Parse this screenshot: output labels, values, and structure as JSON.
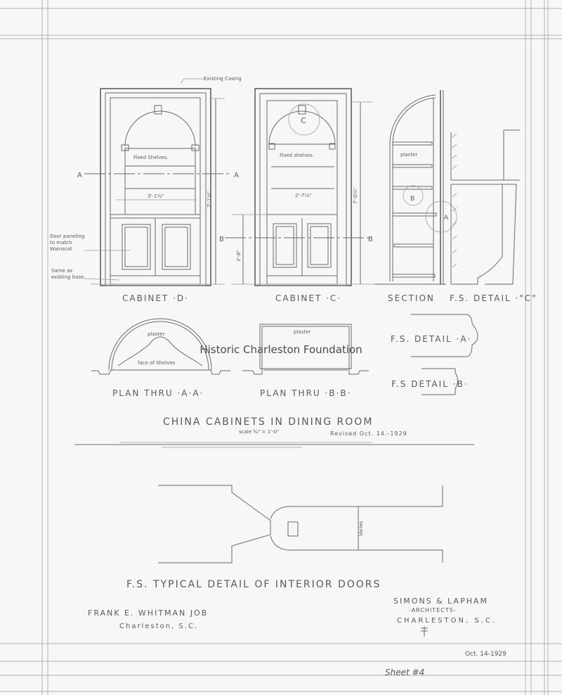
{
  "watermark": "Historic Charleston Foundation",
  "cabinet_d": {
    "label": "CABINET ·D·",
    "casing_note": "Existing Casing",
    "shelves_note": "Fixed Shelves.",
    "width_dim": "3'-1⅜\"",
    "height_dim": "7'-1⅛\"",
    "panel_note_1": "Door paneling",
    "panel_note_2": "to match",
    "panel_note_3": "Wainscot",
    "base_note_1": "Same as",
    "base_note_2": "existing base."
  },
  "cabinet_c": {
    "label": "CABINET ·C·",
    "shelves_note": "Fixed shelves.",
    "width_dim": "2'-7¼\"",
    "height_dim": "7'-0½\"",
    "lower_dim": "2'-8\"",
    "callout_c": "C"
  },
  "section_markers": {
    "a": "A",
    "b": "B"
  },
  "section": {
    "label": "SECTION",
    "plaster_note": "plaster",
    "callout_b": "B",
    "callout_a": "A"
  },
  "fs_detail_c": {
    "label": "F.S. DETAIL ·\"C\""
  },
  "plan_aa": {
    "label": "PLAN THRU ·A·A·",
    "plaster_note": "plaster",
    "shelves_note": "face of Shelves"
  },
  "plan_bb": {
    "label": "PLAN THRU ·B·B·",
    "plaster_note": "plaster"
  },
  "fs_detail_a": {
    "label": "F.S. DETAIL ·A·"
  },
  "fs_detail_b": {
    "label": "F.S DETAIL ·B·"
  },
  "title": {
    "main": "CHINA CABINETS IN DINING ROOM",
    "scale": "scale ¾\" = 1'-0\"",
    "revised": "Revised Oct. 14.-1929"
  },
  "door_detail": {
    "label": "F.S. TYPICAL DETAIL OF INTERIOR DOORS",
    "varies_note": "Varies"
  },
  "job": {
    "name": "FRANK E. WHITMAN JOB",
    "location": "Charleston, S.C."
  },
  "architects": {
    "firm": "SIMONS & LAPHAM",
    "role": "-ARCHITECTS-",
    "city": "CHARLESTON, S.C.",
    "date": "Oct. 14-1929"
  },
  "sheet": "Sheet #4"
}
